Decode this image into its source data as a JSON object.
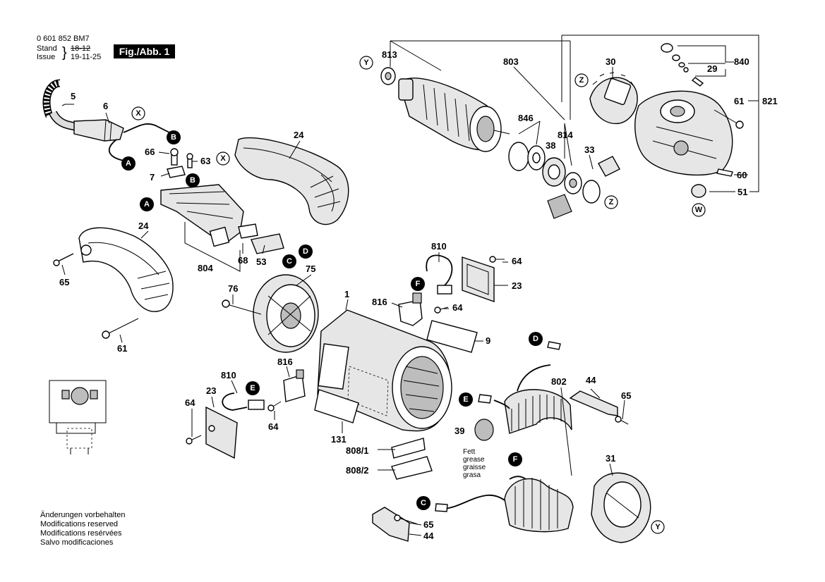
{
  "header": {
    "part_number": "0 601 852 BM7",
    "stand_label": "Stand",
    "stand_value": "18-12",
    "issue_label": "Issue",
    "issue_value": "19-11-25",
    "figure": "Fig./Abb. 1"
  },
  "labels": {
    "p5": "5",
    "p6": "6",
    "p66": "66",
    "p63": "63",
    "p7": "7",
    "p24a": "24",
    "p24b": "24",
    "p804": "804",
    "p68": "68",
    "p53": "53",
    "p65a": "65",
    "p61a": "61",
    "p75": "75",
    "p76": "76",
    "p1": "1",
    "p810a": "810",
    "p64a": "64",
    "p23a": "23",
    "p816a": "816",
    "p64b": "64",
    "p9": "9",
    "p810b": "810",
    "p816b": "816",
    "p23b": "23",
    "p64c": "64",
    "p64d": "64",
    "p131": "131",
    "p808_1": "808/1",
    "p808_2": "808/2",
    "p39": "39",
    "p802": "802",
    "p44a": "44",
    "p65b": "65",
    "p31": "31",
    "p65c": "65",
    "p44b": "44",
    "p813": "813",
    "p803": "803",
    "p846": "846",
    "p814": "814",
    "p38": "38",
    "p33": "33",
    "p30": "30",
    "p840": "840",
    "p29": "29",
    "p821": "821",
    "p61b": "61",
    "p60": "60",
    "p51": "51"
  },
  "circle_refs": {
    "X": "X",
    "Y": "Y",
    "Z": "Z",
    "W": "W"
  },
  "markers": {
    "A": "A",
    "B": "B",
    "C": "C",
    "D": "D",
    "E": "E",
    "F": "F"
  },
  "grease_note": [
    "Fett",
    "grease",
    "graisse",
    "grasa"
  ],
  "footer_notes": [
    "Änderungen vorbehalten",
    "Modifications reserved",
    "Modifications resérvées",
    "Salvo modificaciones"
  ]
}
